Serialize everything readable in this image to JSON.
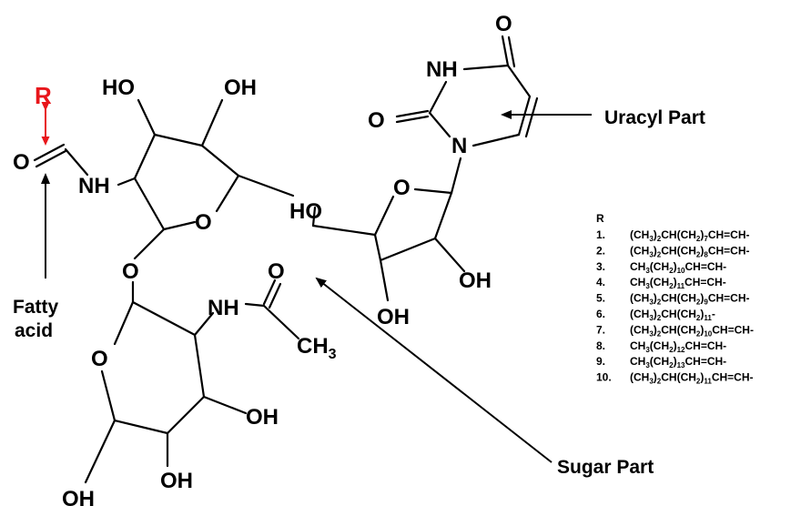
{
  "atoms": {
    "r_group": "R",
    "fatty_o": "O",
    "nh_top": "NH",
    "ho_1": "HO",
    "oh_1": "OH",
    "ring1_o": "O",
    "link_o": "O",
    "ho_2": "HO",
    "ring_nh": "NH",
    "uracil_o_top": "O",
    "uracil_o_left": "O",
    "uracil_n": "N",
    "ribose_o": "O",
    "oh_2": "OH",
    "oh_3": "OH",
    "o_acetyl": "O",
    "nh_2": "NH",
    "ch3": "CH",
    "ch3_sub": "3",
    "ring2_o": "O",
    "oh_4": "OH",
    "oh_5": "OH",
    "oh_6": "OH"
  },
  "callouts": {
    "uracyl": "Uracyl Part",
    "fatty": [
      "Fatty",
      "acid"
    ],
    "sugar": "Sugar Part"
  },
  "r_table": {
    "header": "R",
    "rows": [
      {
        "num": "1.",
        "parts": [
          [
            "(CH",
            "3",
            ")",
            "2",
            "CH(CH",
            "2",
            ")",
            "7",
            "CH=CH-"
          ]
        ]
      },
      {
        "num": "2.",
        "parts": [
          [
            "(CH",
            "3",
            ")",
            "2",
            "CH(CH",
            "2",
            ")",
            "8",
            "CH=CH-"
          ]
        ]
      },
      {
        "num": "3.",
        "parts": [
          [
            "CH",
            "3",
            "(CH",
            "2",
            ")",
            "10",
            "CH=CH-"
          ]
        ]
      },
      {
        "num": "4.",
        "parts": [
          [
            "CH",
            "3",
            "(CH",
            "2",
            ")",
            "11",
            "CH=CH-"
          ]
        ]
      },
      {
        "num": "5.",
        "parts": [
          [
            "(CH",
            "3",
            ")",
            "2",
            "CH(CH",
            "2",
            ")",
            "9",
            "CH=CH-"
          ]
        ]
      },
      {
        "num": "6.",
        "parts": [
          [
            "(CH",
            "3",
            ")",
            "2",
            "CH(CH",
            "2",
            ")",
            "11",
            "-"
          ]
        ]
      },
      {
        "num": "7.",
        "parts": [
          [
            "(CH",
            "3",
            ")",
            "2",
            "CH(CH",
            "2",
            ")",
            "10",
            "CH=CH-"
          ]
        ]
      },
      {
        "num": "8.",
        "parts": [
          [
            "CH",
            "3",
            "(CH",
            "2",
            ")",
            "12",
            "CH=CH-"
          ]
        ]
      },
      {
        "num": "9.",
        "parts": [
          [
            "CH",
            "3",
            "(CH",
            "2",
            ")",
            "13",
            "CH=CH-"
          ]
        ]
      },
      {
        "num": "10.",
        "parts": [
          [
            "(CH",
            "3",
            ")",
            "2",
            "CH(CH",
            "2",
            ")",
            "11",
            "CH=CH-"
          ]
        ]
      }
    ]
  }
}
